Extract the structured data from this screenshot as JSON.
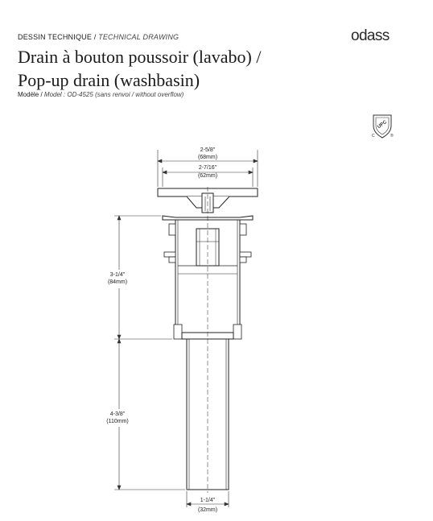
{
  "header": {
    "label_fr": "DESSIN TECHNIQUE /",
    "label_en": "TECHNICAL DRAWING",
    "title_line1": "Drain à bouton poussoir (lavabo) /",
    "title_line2": "Pop-up drain (washbasin)",
    "model_prefix": "Modèle /",
    "model_text": "Model : OD-4525 (sans renvoi / without overflow)"
  },
  "brand": {
    "logo_text": "odass",
    "logo_icon": "brand-logo"
  },
  "certification": {
    "icon": "cupc-mark-icon",
    "mark_text": "UPC",
    "c_left": "C",
    "r_right": "®"
  },
  "dimensions": {
    "flange_outer": {
      "imperial": "2-5/8\"",
      "metric": "(68mm)"
    },
    "flange_inner": {
      "imperial": "2-7/16\"",
      "metric": "(62mm)"
    },
    "body_height": {
      "imperial": "3-1/4\"",
      "metric": "(84mm)"
    },
    "tailpiece_length": {
      "imperial": "4-3/8\"",
      "metric": "(110mm)"
    },
    "tailpiece_diameter": {
      "imperial": "1-1/4\"",
      "metric": "(32mm)"
    }
  }
}
